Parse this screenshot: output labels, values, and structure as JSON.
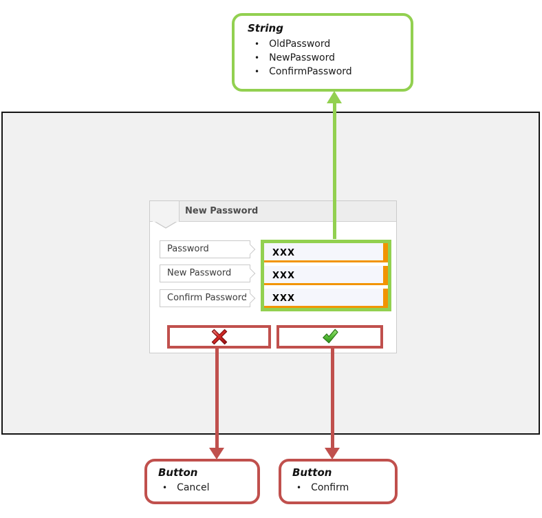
{
  "callouts": {
    "string": {
      "title": "String",
      "items": [
        "OldPassword",
        "NewPassword",
        "ConfirmPassword"
      ]
    },
    "cancel": {
      "title": "Button",
      "items": [
        "Cancel"
      ]
    },
    "confirm": {
      "title": "Button",
      "items": [
        "Confirm"
      ]
    }
  },
  "dialog": {
    "title": "New Password",
    "fields": [
      {
        "label": "Password",
        "value": "XXX"
      },
      {
        "label": "New Password",
        "value": "XXX"
      },
      {
        "label": "Confirm Password",
        "value": "XXX"
      }
    ],
    "buttons": [
      {
        "name": "cancel",
        "icon": "red-x-icon"
      },
      {
        "name": "confirm",
        "icon": "green-check-icon"
      }
    ]
  },
  "colors": {
    "annotation_green": "#92D050",
    "annotation_red": "#C0504D",
    "accent_orange": "#F29400",
    "input_background": "#F5F6FC",
    "window_background": "#F1F1F1"
  }
}
